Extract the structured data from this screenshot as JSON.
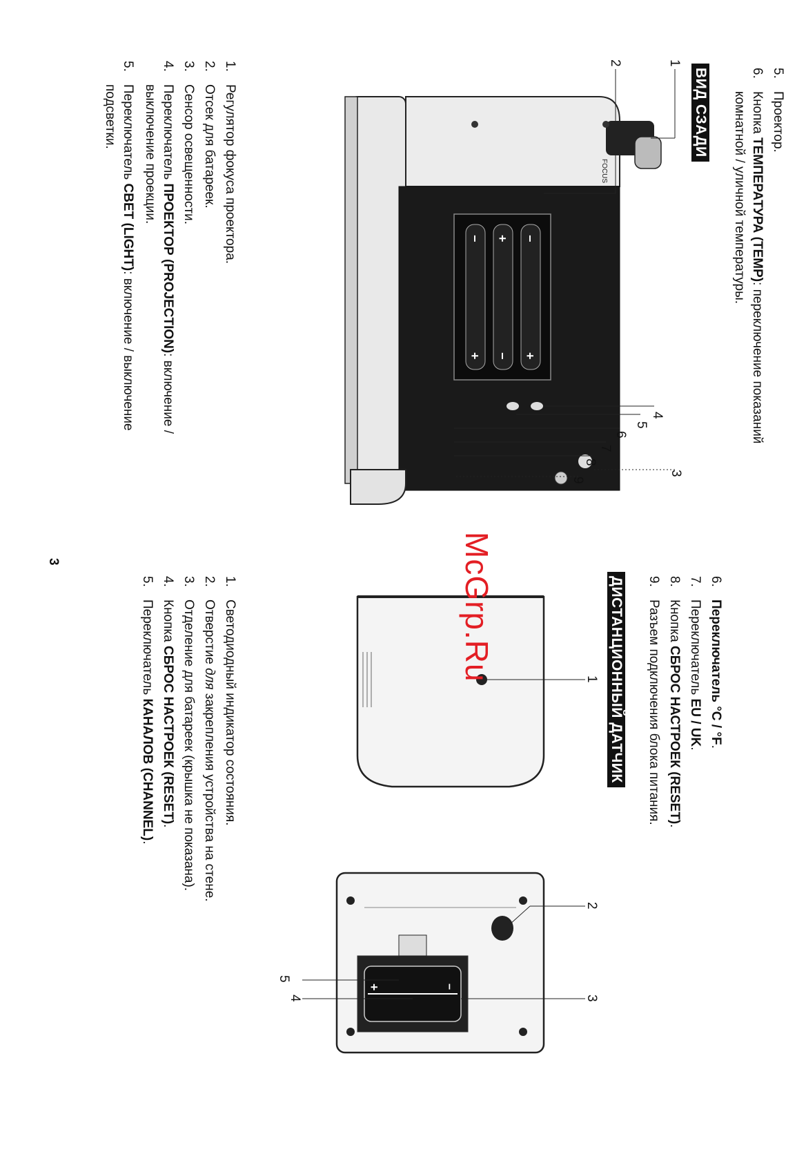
{
  "left": {
    "top_items": [
      {
        "num": "5.",
        "text": "Проектор."
      },
      {
        "num": "6.",
        "pre": "Кнопка ",
        "bold": "ТЕМПЕРАТУРА (TEMP)",
        "post": ": переключение показаний",
        "line2": "комнатной / уличной температуры."
      }
    ],
    "heading": "ВИД СЗАДИ",
    "figure_label": "FOCUS",
    "callouts": [
      "1",
      "2",
      "3",
      "4",
      "5",
      "6",
      "7",
      "8",
      "9"
    ],
    "list": [
      {
        "num": "1.",
        "text": "Регулятор фокуса проектора."
      },
      {
        "num": "2.",
        "text": "Отсек для батареек."
      },
      {
        "num": "3.",
        "text": "Сенсор освещенности."
      },
      {
        "num": "4.",
        "pre": "Переключатель ",
        "bold": "ПРОЕКТОР (PROJECTION)",
        "post": ": включение /",
        "line2": "выключение проекции."
      },
      {
        "num": "5.",
        "pre": "Переключатель ",
        "bold": "СВЕТ (LIGHT)",
        "post": ": включение / выключение",
        "line2": "подсветки."
      }
    ],
    "page_number": "3"
  },
  "right": {
    "top_items": [
      {
        "num": "6.",
        "pre": "",
        "bold": "Переключатель °C / °F",
        "post": "."
      },
      {
        "num": "7.",
        "pre": "Переключатель ",
        "bold": "EU / UK",
        "post": "."
      },
      {
        "num": "8.",
        "pre": "Кнопка ",
        "bold": "СБРОС НАСТРОЕК (RESET)",
        "post": "."
      },
      {
        "num": "9.",
        "text": "Разъем подключения блока питания."
      }
    ],
    "heading": "ДИСТАНЦИОННЫЙ ДАТЧИК",
    "callouts": [
      "1",
      "2",
      "3",
      "4",
      "5"
    ],
    "list": [
      {
        "num": "1.",
        "text": "Светодиодный индикатор состояния."
      },
      {
        "num": "2.",
        "pre": "Отверстие ",
        "italic": "для",
        "post": " закрепления устройства на стене."
      },
      {
        "num": "3.",
        "text": "Отделение для батареек (крышка не показана)."
      },
      {
        "num": "4.",
        "pre": "Кнопка ",
        "bold": "СБРОС НАСТРОЕК (RESET)",
        "post": "."
      },
      {
        "num": "5.",
        "pre": "Переключатель ",
        "bold": "КАНАЛОВ (CHANNEL)",
        "post": "."
      }
    ]
  },
  "watermark": "McGrp.Ru",
  "colors": {
    "watermark": "#e31e24",
    "ink": "#111111",
    "paper": "#ffffff"
  }
}
